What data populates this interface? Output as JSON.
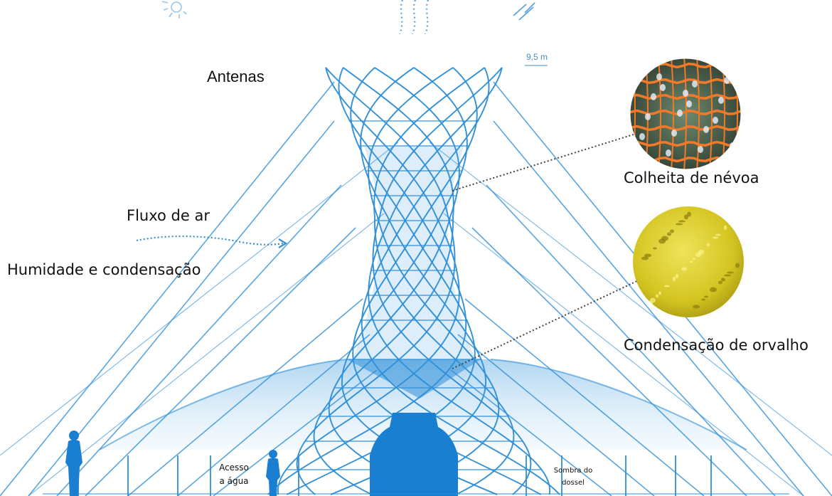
{
  "labels": {
    "antennas": "Antenas",
    "airflow": "Fluxo de ar",
    "humidity": "Humidade e condensação",
    "fog_harvest": "Colheita de névoa",
    "dew": "Condensação de orvalho",
    "water_access_line1": "Acesso",
    "water_access_line2": "a água",
    "canopy_shade_line1": "Sombra do",
    "canopy_shade_line2": "dossel",
    "scale": "9,5 m"
  },
  "colors": {
    "structure": "#2f8fd8",
    "structure_dark": "#1a7fd0",
    "fill_light": "#cfe6f8",
    "fog_mesh": "#f07a2a",
    "dew_surface": "#d8cc2a",
    "callout": "#444444",
    "airflow": "#3a8fd0"
  }
}
